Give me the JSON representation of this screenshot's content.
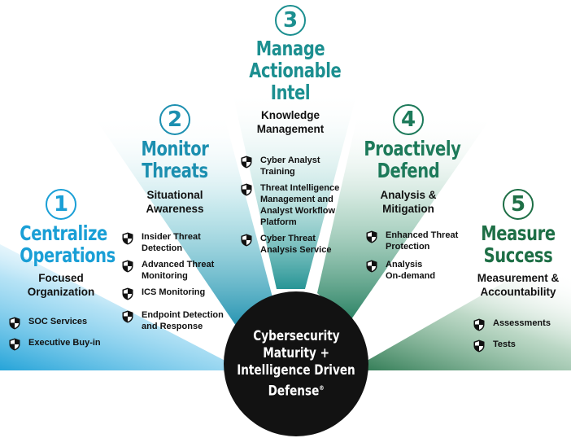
{
  "center": {
    "line1": "Cybersecurity",
    "line2": "Maturity +",
    "line3": "Intelligence Driven",
    "line4": "Defense",
    "mark": "®"
  },
  "pillars": [
    {
      "number": "1",
      "title_line1": "Centralize",
      "title_line2": "Operations",
      "subtitle_line1": "Focused",
      "subtitle_line2": "Organization",
      "items": [
        "SOC Services",
        "Executive Buy-in"
      ],
      "color": "#1a9fd6"
    },
    {
      "number": "2",
      "title_line1": "Monitor",
      "title_line2": "Threats",
      "subtitle_line1": "Situational",
      "subtitle_line2": "Awareness",
      "items": [
        [
          "Insider Threat",
          "Detection"
        ],
        [
          "Advanced Threat",
          "Monitoring"
        ],
        [
          "ICS Monitoring"
        ],
        [
          "Endpoint Detection",
          "and Response"
        ]
      ],
      "color": "#1c8fb0"
    },
    {
      "number": "3",
      "title_line1": "Manage",
      "title_line2": "Actionable",
      "title_line3": "Intel",
      "subtitle_line1": "Knowledge",
      "subtitle_line2": "Management",
      "items": [
        [
          "Cyber Analyst",
          "Training"
        ],
        [
          "Threat Intelligence",
          "Management and",
          "Analyst Workflow",
          "Platform"
        ],
        [
          "Cyber Threat",
          "Analysis Service"
        ]
      ],
      "color": "#1c8f90"
    },
    {
      "number": "4",
      "title_line1": "Proactively",
      "title_line2": "Defend",
      "subtitle_line1": "Analysis &",
      "subtitle_line2": "Mitigation",
      "items": [
        [
          "Enhanced Threat",
          "Protection"
        ],
        [
          "Analysis",
          "On-demand"
        ]
      ],
      "color": "#1d7a5a"
    },
    {
      "number": "5",
      "title_line1": "Measure",
      "title_line2": "Success",
      "subtitle_line1": "Measurement &",
      "subtitle_line2": "Accountability",
      "items": [
        "Assessments",
        "Tests"
      ],
      "color": "#1e6f46"
    }
  ]
}
